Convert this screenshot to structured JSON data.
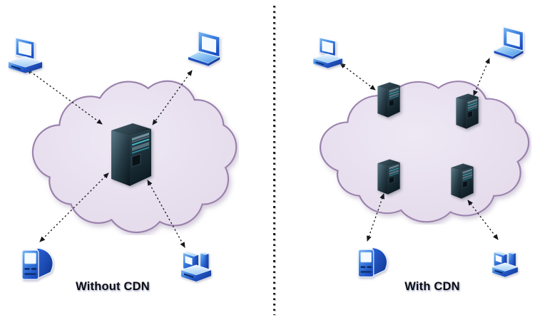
{
  "diagram": {
    "type": "cdn-comparison-diagram",
    "divider": {
      "style": "vertical-dotted-line"
    },
    "panels": [
      {
        "id": "without-cdn",
        "label": "Without CDN",
        "cloud": "internet-cloud",
        "servers": [
          {
            "name": "origin-server",
            "position": "center"
          }
        ],
        "clients": [
          {
            "name": "desktop-client",
            "position": "top-left"
          },
          {
            "name": "laptop-client",
            "position": "top-right"
          },
          {
            "name": "all-in-one-client",
            "position": "bottom-left"
          },
          {
            "name": "workstation-client",
            "position": "bottom-right"
          }
        ],
        "connections": "four dashed double-headed arrows between each client and the single central server"
      },
      {
        "id": "with-cdn",
        "label": "With CDN",
        "cloud": "internet-cloud",
        "servers": [
          {
            "name": "edge-server",
            "position": "top-left"
          },
          {
            "name": "edge-server",
            "position": "top-right"
          },
          {
            "name": "edge-server",
            "position": "bottom-left"
          },
          {
            "name": "edge-server",
            "position": "bottom-right"
          }
        ],
        "clients": [
          {
            "name": "desktop-client",
            "position": "top-left"
          },
          {
            "name": "laptop-client",
            "position": "top-right"
          },
          {
            "name": "all-in-one-client",
            "position": "bottom-left"
          },
          {
            "name": "workstation-client",
            "position": "bottom-right"
          }
        ],
        "connections": "four short dashed double-headed arrows between each client and its nearest edge server"
      }
    ],
    "colors": {
      "background": "#ffffff",
      "cloud_fill": "#e6ddee",
      "cloud_stroke": "#9b82ad",
      "arrow": "#17181c",
      "label_text": "#0d0d12",
      "client_icon_blue": "#2f7de1",
      "server_icon_dark": "#16262e",
      "divider_dot": "#17181c"
    },
    "icons": [
      "desktop-icon",
      "laptop-icon",
      "all-in-one-icon",
      "workstation-icon",
      "server-icon",
      "cloud-shape"
    ]
  }
}
